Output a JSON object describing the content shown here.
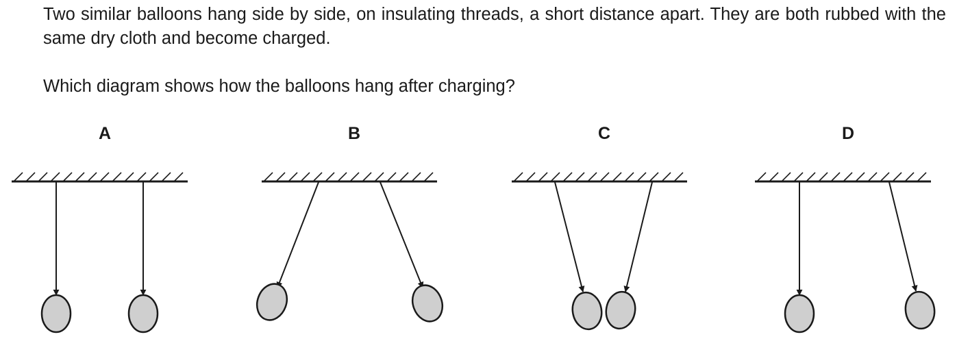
{
  "question": {
    "stem": "Two similar balloons hang side by side, on insulating threads, a short distance apart. They are both rubbed with the same dry cloth and become charged.",
    "prompt": "Which diagram shows how the balloons hang after charging?"
  },
  "options": [
    {
      "label": "A"
    },
    {
      "label": "B"
    },
    {
      "label": "C"
    },
    {
      "label": "D"
    }
  ],
  "colors": {
    "ink": "#1a1a1a",
    "balloon_fill": "#cfcfcf"
  }
}
